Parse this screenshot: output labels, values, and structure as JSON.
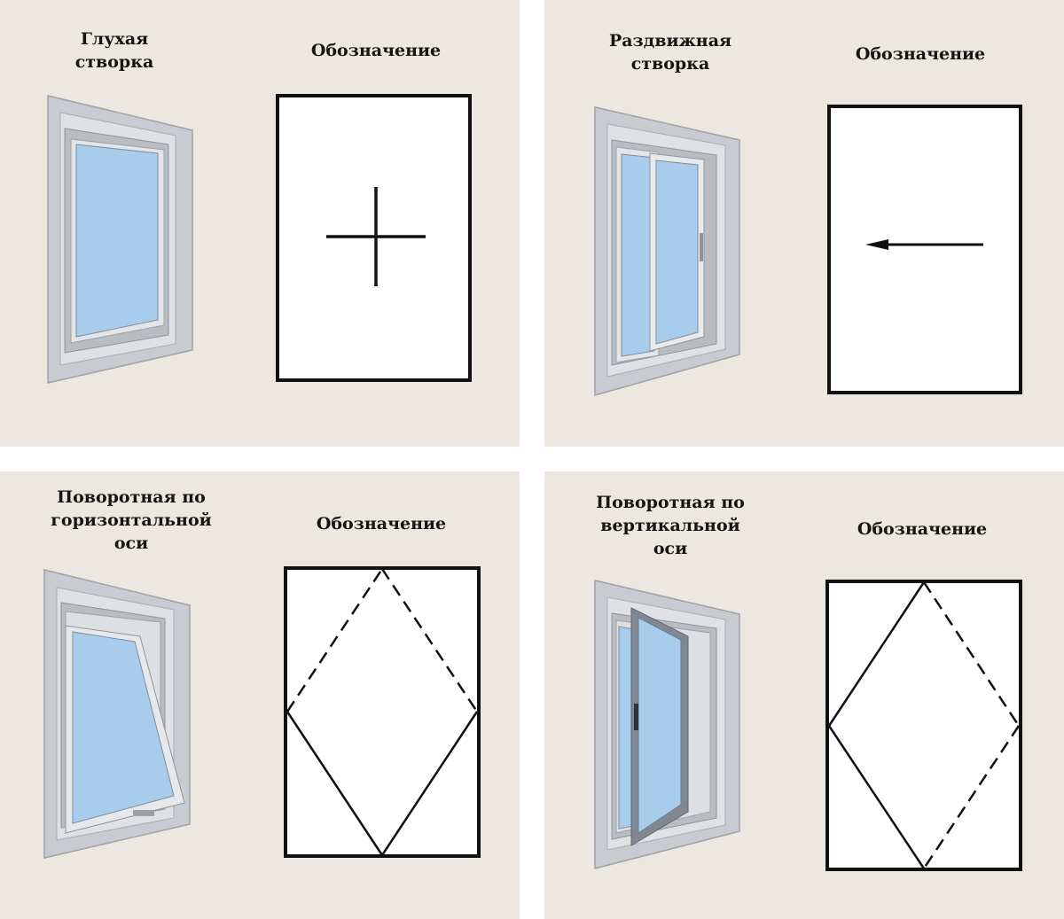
{
  "panels": [
    {
      "title": "Глухая\nстворка",
      "label": "Обозначение",
      "symbol": "cross-symbol",
      "window": "fixed-window-icon"
    },
    {
      "title": "Раздвижная\nстворка",
      "label": "Обозначение",
      "symbol": "left-arrow-symbol",
      "window": "sliding-window-icon"
    },
    {
      "title": "Поворотная по\nгоризонтальной\nоси",
      "label": "Обозначение",
      "symbol": "horizontal-pivot-symbol",
      "window": "top-hung-window-icon"
    },
    {
      "title": "Поворотная по\nвертикальной\nоси",
      "label": "Обозначение",
      "symbol": "vertical-pivot-symbol",
      "window": "side-hung-window-icon"
    }
  ],
  "colors": {
    "panel_background": "#ede8df",
    "frame": "#c9ccd0",
    "glass": "#a6ccec",
    "symbol_stroke": "#111111"
  }
}
